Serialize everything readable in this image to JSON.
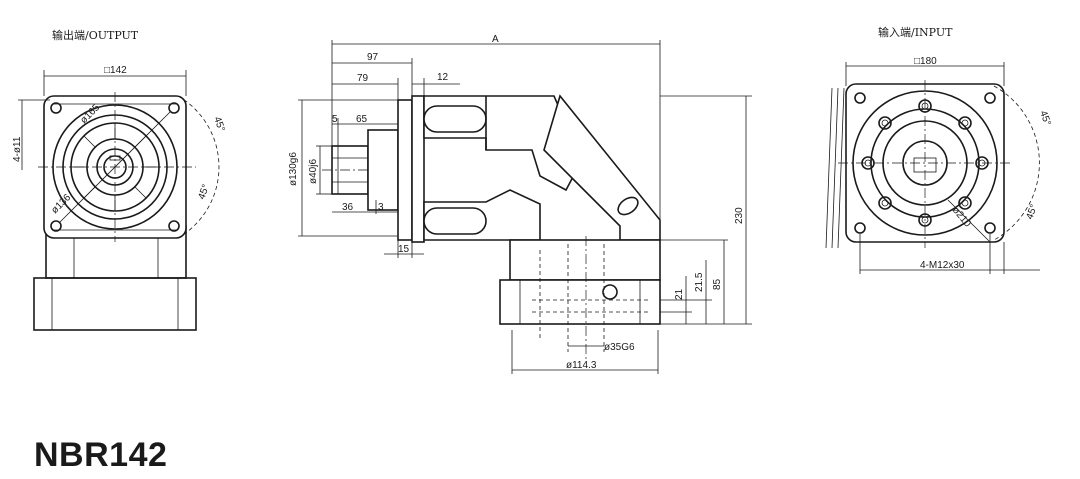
{
  "model": "NBR142",
  "views": {
    "output": {
      "title": "输出端/OUTPUT",
      "dims": {
        "square": "□142",
        "holes": "4-ø11",
        "bolt_circle": "ø165",
        "bore": "ø136",
        "angle_top": "45°",
        "angle_bottom": "45°"
      }
    },
    "side": {
      "dims": {
        "overall": "A",
        "d97": "97",
        "d79": "79",
        "d12": "12",
        "d5": "5",
        "d65": "65",
        "pilot": "ø130g6",
        "shaft": "ø40j6",
        "d36": "36",
        "d3": "3",
        "d15": "15",
        "h230": "230",
        "h85": "85",
        "h21_5": "21.5",
        "h21": "21",
        "bore35": "ø35G6",
        "d114": "ø114.3"
      }
    },
    "input": {
      "title": "输入端/INPUT",
      "dims": {
        "square": "□180",
        "bolt_circle": "ø210",
        "threads": "4-M12x30",
        "angle_top": "45°",
        "angle_bottom": "45°"
      }
    }
  }
}
